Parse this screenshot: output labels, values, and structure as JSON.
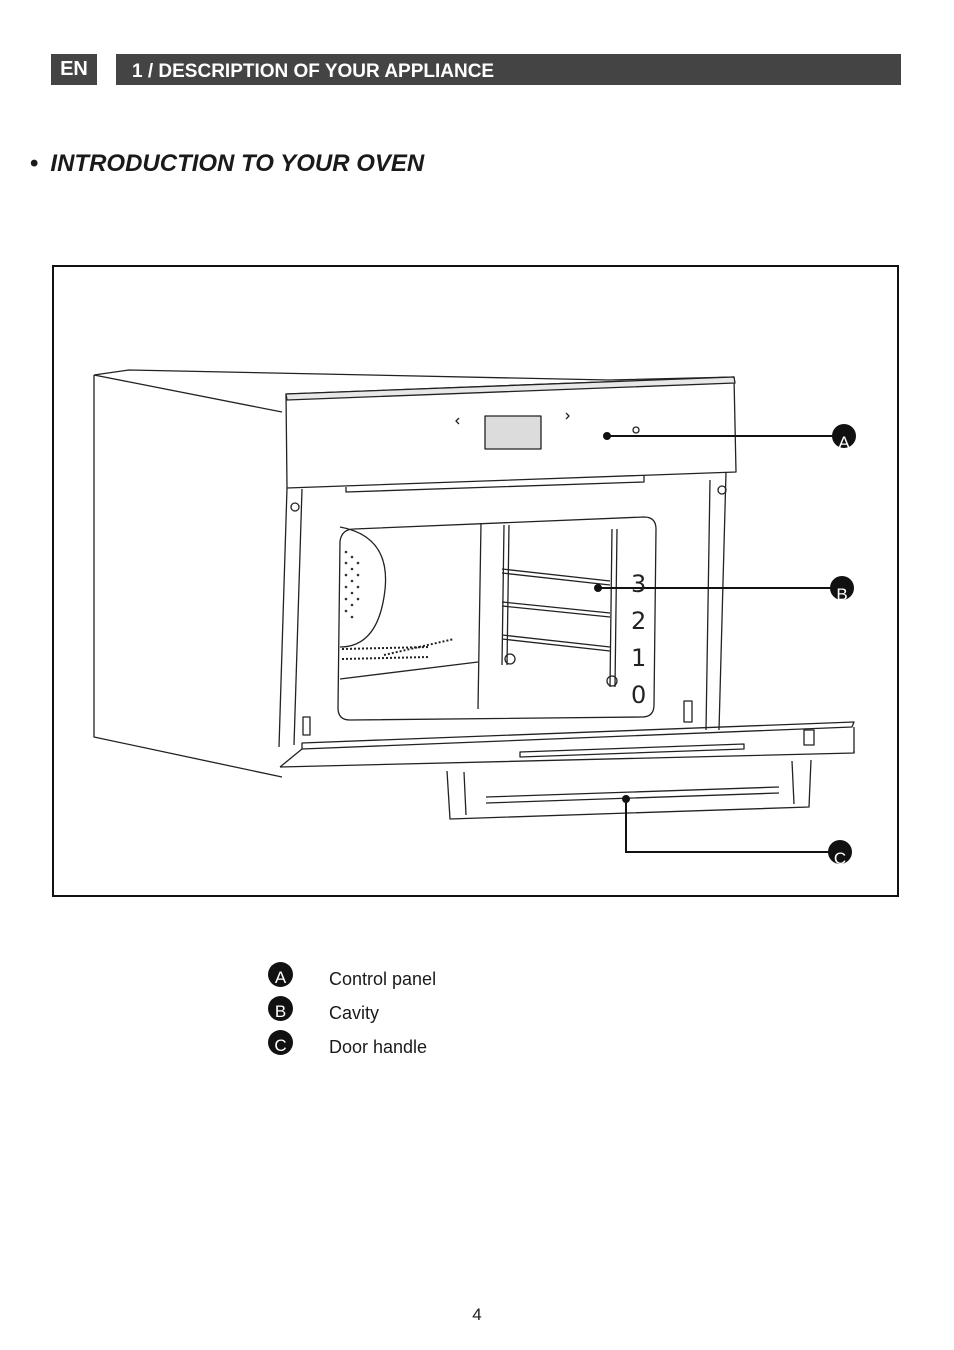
{
  "header": {
    "lang": "EN",
    "section_title": "1 / DESCRIPTION OF YOUR APPLIANCE"
  },
  "intro": {
    "bullet": "•",
    "title": "INTRODUCTION TO YOUR OVEN"
  },
  "figure": {
    "callouts": [
      "A",
      "B",
      "C"
    ],
    "shelf_levels": [
      "3",
      "2",
      "1",
      "0"
    ]
  },
  "legend": [
    {
      "letter": "A",
      "label": "Control panel"
    },
    {
      "letter": "B",
      "label": "Cavity"
    },
    {
      "letter": "C",
      "label": "Door handle"
    }
  ],
  "footer": {
    "page_number": "4"
  }
}
